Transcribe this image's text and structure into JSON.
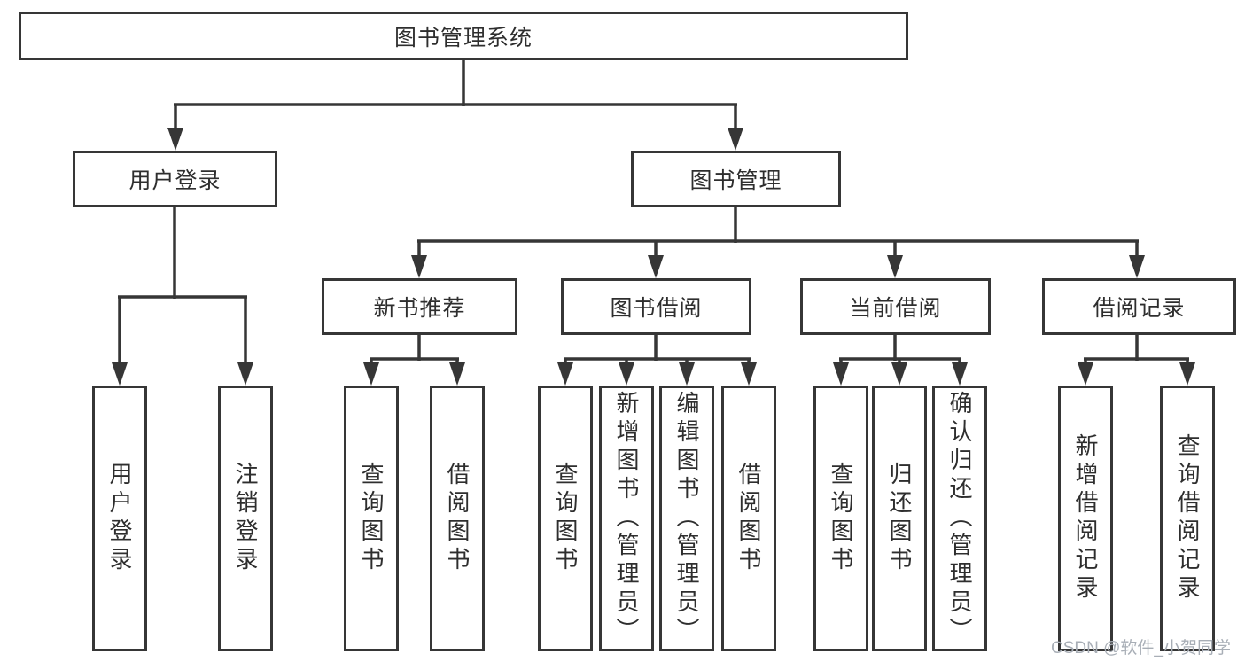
{
  "diagram": {
    "root": "图书管理系统",
    "level2": {
      "user_login": "用户登录",
      "book_management": "图书管理"
    },
    "level3": {
      "new_book_recommend": "新书推荐",
      "book_borrowing": "图书借阅",
      "current_borrowing": "当前借阅",
      "borrowing_records": "借阅记录"
    },
    "leaves": {
      "user_login": [
        "用户登录",
        "注销登录"
      ],
      "new_book_recommend": [
        "查询图书",
        "借阅图书"
      ],
      "book_borrowing": [
        "查询图书",
        "新增图书（管理员）",
        "编辑图书（管理员）",
        "借阅图书"
      ],
      "current_borrowing": [
        "查询图书",
        "归还图书",
        "确认归还（管理员）"
      ],
      "borrowing_records": [
        "新增借阅记录",
        "查询借阅记录"
      ]
    },
    "colors": {
      "line": "#363636",
      "text": "#2e2e2e",
      "background": "#ffffff",
      "watermark": "#a8aeb6"
    },
    "watermark": "CSDN @软件_小贺同学"
  }
}
